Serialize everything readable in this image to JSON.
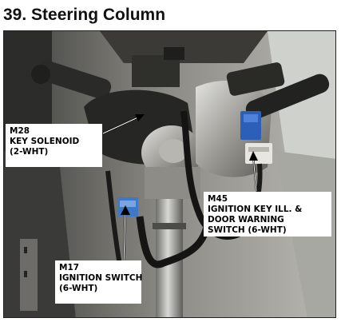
{
  "header": {
    "title": "39. Steering Column"
  },
  "callouts": {
    "m28": {
      "code": "M28",
      "name": "KEY SOLENOID",
      "connector": "(2-WHT)"
    },
    "m45": {
      "code": "M45",
      "name_line1": "IGNITION KEY ILL. &",
      "name_line2": "DOOR WARNING",
      "connector": "SWITCH (6-WHT)"
    },
    "m17": {
      "code": "M17",
      "name": "IGNITION SWITCH",
      "connector": "(6-WHT)"
    }
  }
}
